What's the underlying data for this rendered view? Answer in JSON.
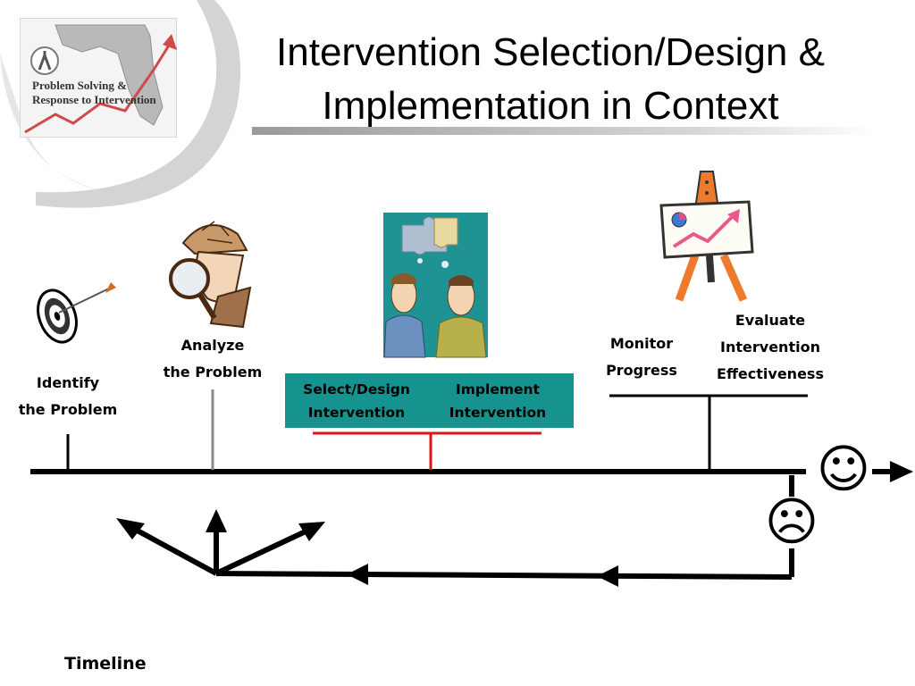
{
  "title": {
    "line1": "Intervention Selection/Design &",
    "line2": "Implementation in Context"
  },
  "logo": {
    "text_line1": "Problem Solving &",
    "text_line2": "Response to Intervention",
    "icon": "florida-map-with-rising-arrow-logo"
  },
  "steps": {
    "identify": {
      "line1": "Identify",
      "line2": "the Problem",
      "icon": "target-with-arrow-icon"
    },
    "analyze": {
      "line1": "Analyze",
      "line2": "the Problem",
      "icon": "detective-with-magnifier-icon"
    },
    "select": {
      "line1": "Select/Design",
      "line2": "Intervention",
      "icon": "two-people-puzzle-icon"
    },
    "implement": {
      "line1": "Implement",
      "line2": "Intervention"
    },
    "monitor": {
      "line1": "Monitor",
      "line2": "Progress"
    },
    "evaluate": {
      "line1": "Evaluate",
      "line2": "Intervention",
      "line3": "Effectiveness",
      "icon": "easel-chart-icon"
    }
  },
  "outcomes": {
    "success": "☺",
    "failure": "☹"
  },
  "timeline_label": "Timeline",
  "colors": {
    "teal_box": "#16928f",
    "implement_bracket": "#e0151b",
    "timeline": "#000000",
    "analyze_tick": "#8c8c8c"
  }
}
